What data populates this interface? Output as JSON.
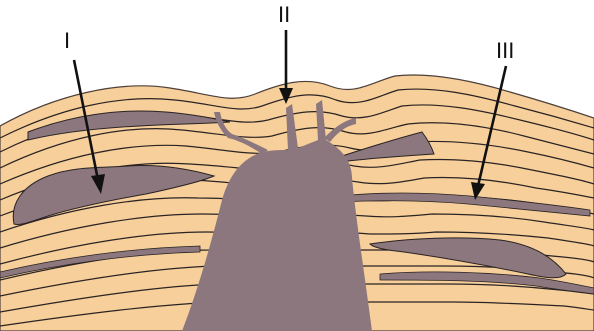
{
  "labels": {
    "left": "I",
    "center": "II",
    "right": "III"
  },
  "colors": {
    "sediment": "#f6cf9b",
    "intrusion": "#8b777d",
    "layer_line": "#2a2323",
    "arrow": "#111111",
    "background": "#ffffff"
  }
}
